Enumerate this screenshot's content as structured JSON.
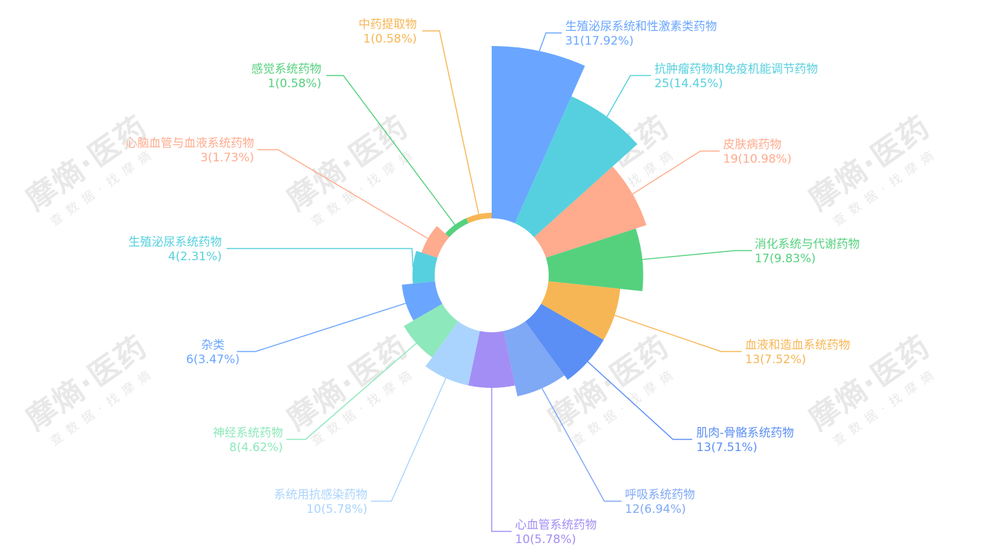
{
  "watermark": {
    "title": "摩熵·医药",
    "subtitle": "查数据·找摩熵"
  },
  "chart_data": {
    "type": "pie",
    "rose_type": "area",
    "title": "",
    "total": 173,
    "series": [
      {
        "name": "生殖泌尿系统和性激素类药物",
        "value": 31,
        "percent": "17.92%",
        "label": "31(17.92%)",
        "color": "#6aa6ff"
      },
      {
        "name": "抗肿瘤药物和免疫机能调节药物",
        "value": 25,
        "percent": "14.45%",
        "label": "25(14.45%)",
        "color": "#56d0de"
      },
      {
        "name": "皮肤病药物",
        "value": 19,
        "percent": "10.98%",
        "label": "19(10.98%)",
        "color": "#ffab8e"
      },
      {
        "name": "消化系统与代谢药物",
        "value": 17,
        "percent": "9.83%",
        "label": "17(9.83%)",
        "color": "#55d17e"
      },
      {
        "name": "血液和造血系统药物",
        "value": 13,
        "percent": "7.52%",
        "label": "13(7.52%)",
        "color": "#f7b655"
      },
      {
        "name": "肌肉-骨骼系统药物",
        "value": 13,
        "percent": "7.51%",
        "label": "13(7.51%)",
        "color": "#5b8ff5"
      },
      {
        "name": "呼吸系统药物",
        "value": 12,
        "percent": "6.94%",
        "label": "12(6.94%)",
        "color": "#7fa8f5"
      },
      {
        "name": "心血管系统药物",
        "value": 10,
        "percent": "5.78%",
        "label": "10(5.78%)",
        "color": "#a38ef5"
      },
      {
        "name": "系统用抗感染药物",
        "value": 10,
        "percent": "5.78%",
        "label": "10(5.78%)",
        "color": "#aad4fd"
      },
      {
        "name": "神经系统药物",
        "value": 8,
        "percent": "4.62%",
        "label": "8(4.62%)",
        "color": "#8de8bb"
      },
      {
        "name": "杂类",
        "value": 6,
        "percent": "3.47%",
        "label": "6(3.47%)",
        "color": "#6aa6ff"
      },
      {
        "name": "生殖泌尿系统药物",
        "value": 4,
        "percent": "2.31%",
        "label": "4(2.31%)",
        "color": "#56d0de"
      },
      {
        "name": "心脑血管与血液系统药物",
        "value": 3,
        "percent": "1.73%",
        "label": "3(1.73%)",
        "color": "#ffab8e"
      },
      {
        "name": "感觉系统药物",
        "value": 1,
        "percent": "0.58%",
        "label": "1(0.58%)",
        "color": "#55d17e"
      },
      {
        "name": "中药提取物",
        "value": 1,
        "percent": "0.58%",
        "label": "1(0.58%)",
        "color": "#f7b655"
      }
    ]
  }
}
